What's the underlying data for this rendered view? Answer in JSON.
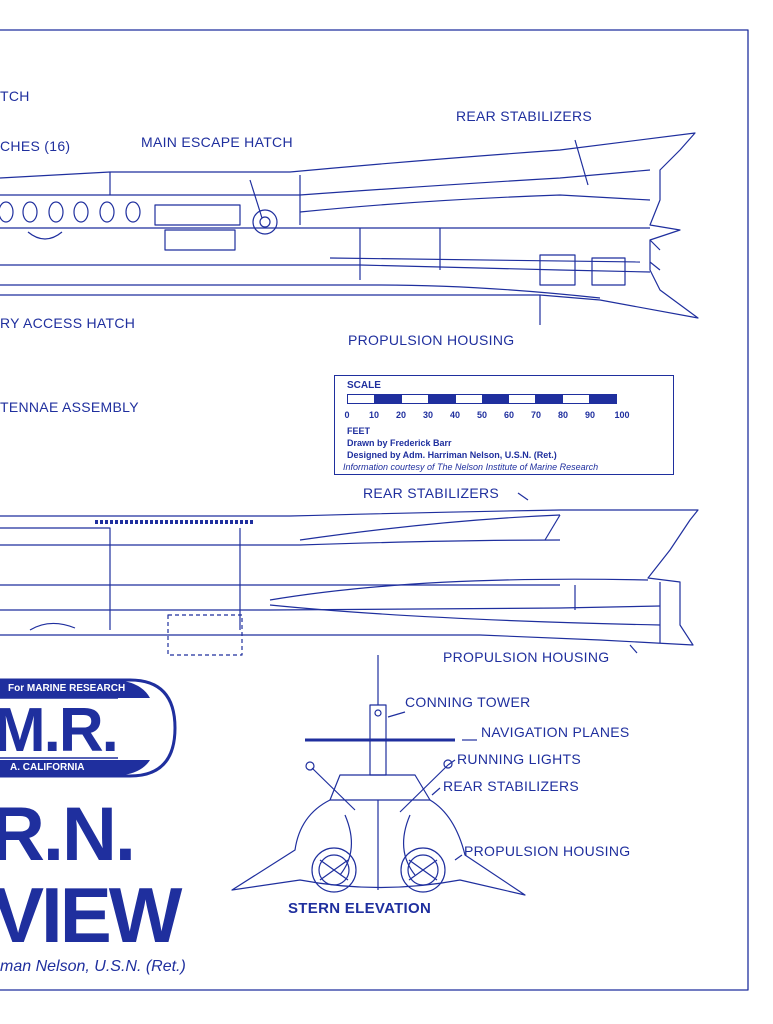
{
  "colors": {
    "ink": "#1f2f9e",
    "paper": "#ffffff"
  },
  "top_view": {
    "hatch_label": "TCH",
    "hatches_label": "CHES (16)",
    "main_escape_hatch": "MAIN ESCAPE HATCH",
    "rear_stabilizers": "REAR STABILIZERS",
    "access_hatch": "RY ACCESS HATCH",
    "propulsion_housing": "PROPULSION HOUSING"
  },
  "side_view": {
    "antennae": "TENNAE ASSEMBLY",
    "rear_stabilizers": "REAR STABILIZERS",
    "propulsion_housing": "PROPULSION HOUSING"
  },
  "scale": {
    "title": "SCALE",
    "ticks": [
      "0",
      "10",
      "20",
      "30",
      "40",
      "50",
      "60",
      "70",
      "80",
      "90",
      "100"
    ],
    "unit": "FEET",
    "drawn_by": "Drawn by Frederick Barr",
    "designed_by": "Designed by Adm. Harriman Nelson, U.S.N. (Ret.)",
    "info": "Information courtesy of The Nelson Institute of Marine Research"
  },
  "stern": {
    "conning_tower": "CONNING TOWER",
    "navigation_planes": "NAVIGATION PLANES",
    "running_lights": "RUNNING LIGHTS",
    "rear_stabilizers": "REAR STABILIZERS",
    "propulsion_housing": "PROPULSION HOUSING",
    "title": "STERN ELEVATION"
  },
  "logo": {
    "top_text": "For MARINE RESEARCH",
    "letters": "M.R.",
    "bottom_text": "A. CALIFORNIA"
  },
  "headline": {
    "line1": "R.N.",
    "line2": "VIEW",
    "credit": "man Nelson, U.S.N. (Ret.)"
  }
}
